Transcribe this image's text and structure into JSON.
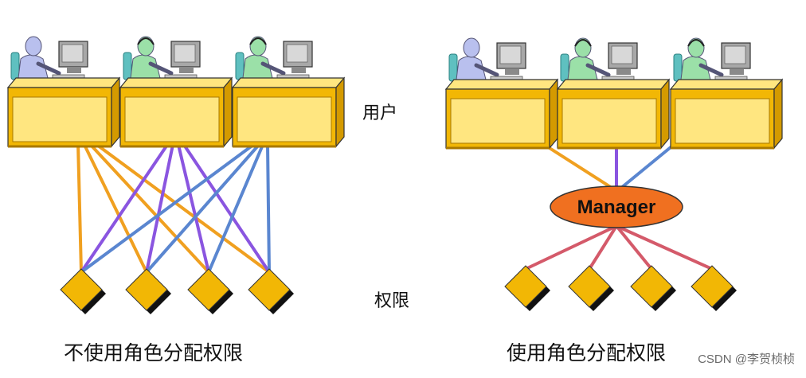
{
  "labels": {
    "users": "用户",
    "permissions": "权限",
    "left_caption": "不使用角色分配权限",
    "right_caption": "使用角色分配权限",
    "manager": "Manager",
    "watermark": "CSDN @李贺桢桢"
  },
  "colors": {
    "desk": "#f2b705",
    "desk_light": "#ffe680",
    "desk_stripe": "#a87800",
    "diamond": "#f2b705",
    "diamond_shadow": "#111111",
    "line_user1": "#f0a020",
    "line_user2": "#8a55e0",
    "line_user3": "#5a86d0",
    "role_line": "#d45a6a",
    "manager_fill": "#f07020",
    "person_blue": "#b9c0ee",
    "person_green": "#9be0a8",
    "chair": "#5fc0c0",
    "monitor": "#a8a8a8"
  },
  "icons": [
    "user-workstation-icon",
    "permission-diamond-icon"
  ]
}
